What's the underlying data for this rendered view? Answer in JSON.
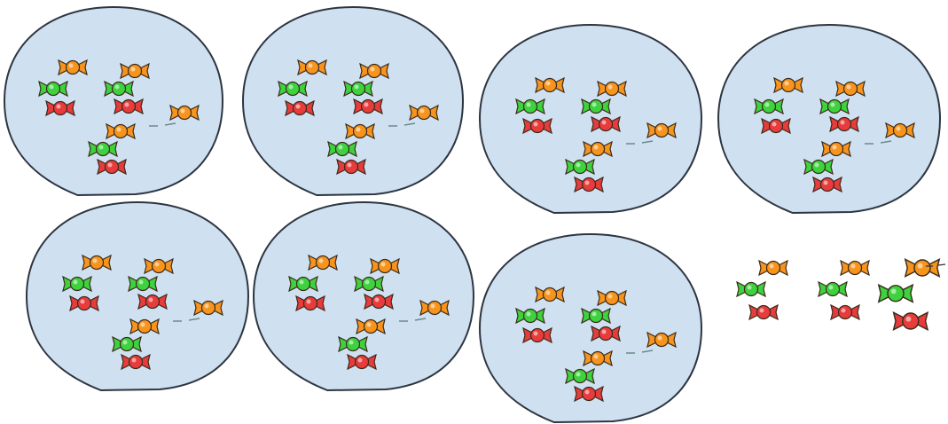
{
  "colors": {
    "bag_fill": "#cfe0f1",
    "bag_outline": "#2d3540",
    "orange": "#f7941d",
    "green": "#3ed23e",
    "red": "#e83b3b"
  },
  "bags": [
    {
      "candies": {
        "orange": 4,
        "green": 3,
        "red": 3
      }
    },
    {
      "candies": {
        "orange": 4,
        "green": 3,
        "red": 3
      }
    },
    {
      "candies": {
        "orange": 4,
        "green": 3,
        "red": 3
      }
    },
    {
      "candies": {
        "orange": 4,
        "green": 3,
        "red": 3
      }
    },
    {
      "candies": {
        "orange": 4,
        "green": 3,
        "red": 3
      }
    },
    {
      "candies": {
        "orange": 4,
        "green": 3,
        "red": 3
      }
    },
    {
      "candies": {
        "orange": 4,
        "green": 3,
        "red": 3
      }
    }
  ],
  "loose_candies": {
    "orange": 3,
    "green": 3,
    "red": 3
  }
}
